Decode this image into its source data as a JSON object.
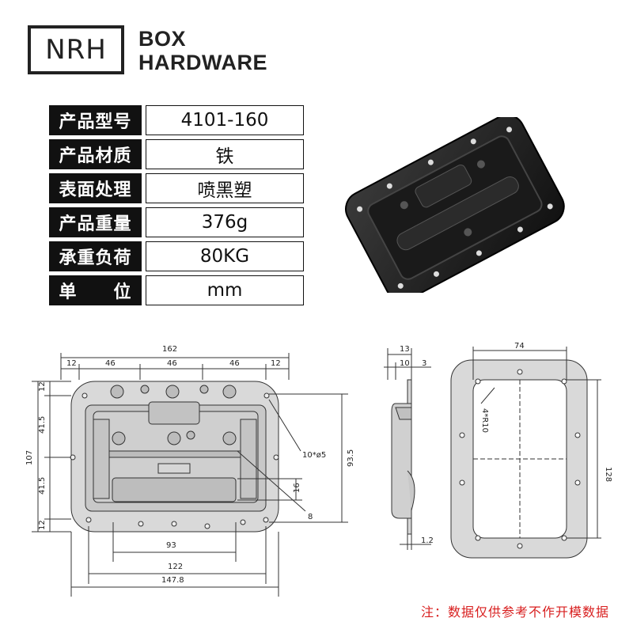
{
  "brand": {
    "logo_text": "NRH",
    "line1": "BOX",
    "line2": "HARDWARE"
  },
  "specs": [
    {
      "label": "产品型号",
      "value": "4101-160"
    },
    {
      "label": "产品材质",
      "value": "铁"
    },
    {
      "label": "表面处理",
      "value": "喷黑塑"
    },
    {
      "label": "产品重量",
      "value": "376g"
    },
    {
      "label": "承重负荷",
      "value": "80KG"
    },
    {
      "label": "单　　位",
      "value": "mm"
    }
  ],
  "drawing": {
    "front": {
      "overall_width": "162",
      "segments": [
        "12",
        "46",
        "46",
        "46",
        "12"
      ],
      "left_heights": [
        "12",
        "41.5",
        "41.5",
        "12"
      ],
      "total_height": "107",
      "right_height": "93.5",
      "hole_note": "10*ø5",
      "dim_16": "16",
      "dim_8": "8",
      "bottom_93": "93",
      "bottom_122": "122",
      "bottom_147": "147.8"
    },
    "side": {
      "top13": "13",
      "top10": "10",
      "top3": "3",
      "bottom12": "1.2"
    },
    "back": {
      "width": "74",
      "height": "128",
      "radius_note": "4*R10"
    }
  },
  "note": "注：数据仅供参考不作开模数据"
}
